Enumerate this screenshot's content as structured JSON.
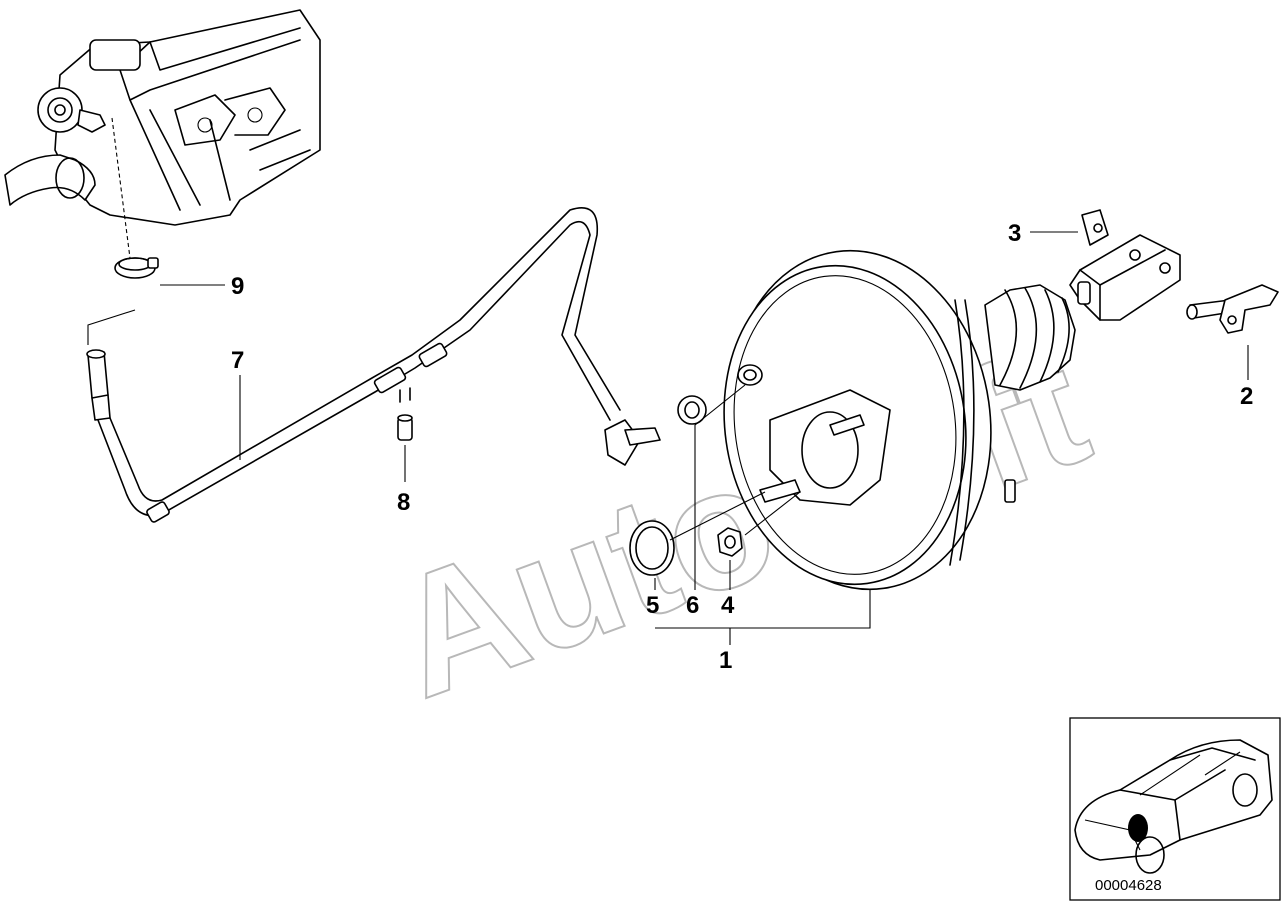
{
  "diagram": {
    "watermark": "AutoSoft",
    "reference_number": "00004628",
    "callouts": [
      {
        "id": "1",
        "label": "1"
      },
      {
        "id": "2",
        "label": "2"
      },
      {
        "id": "3",
        "label": "3"
      },
      {
        "id": "4",
        "label": "4"
      },
      {
        "id": "5",
        "label": "5"
      },
      {
        "id": "6",
        "label": "6"
      },
      {
        "id": "7",
        "label": "7"
      },
      {
        "id": "8",
        "label": "8"
      },
      {
        "id": "9",
        "label": "9"
      }
    ],
    "parts": [
      "engine-intake-manifold",
      "vacuum-hose",
      "hose-clamp",
      "hose-connector-sleeve",
      "brake-booster",
      "pushrod-clevis",
      "clevis-pin",
      "retaining-clip",
      "hex-nut",
      "o-ring",
      "grommet",
      "locator-car"
    ]
  }
}
